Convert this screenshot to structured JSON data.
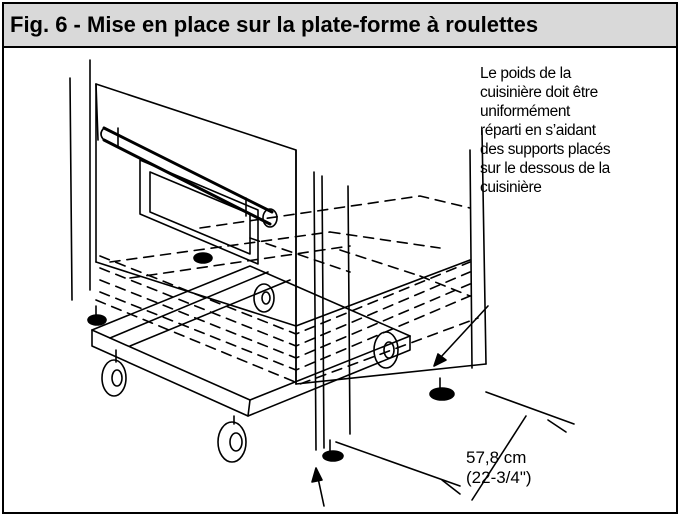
{
  "figure": {
    "title": "Fig. 6 - Mise en place sur la plate-forme à roulettes",
    "note_lines": [
      "Le poids de la",
      "cuisinière doit être",
      "uniformément",
      "réparti en s’aidant",
      "des supports placés",
      "sur le dessous de la",
      "cuisinière"
    ],
    "dimension_metric": "57,8  cm",
    "dimension_imperial": "(22-3/4\")"
  }
}
